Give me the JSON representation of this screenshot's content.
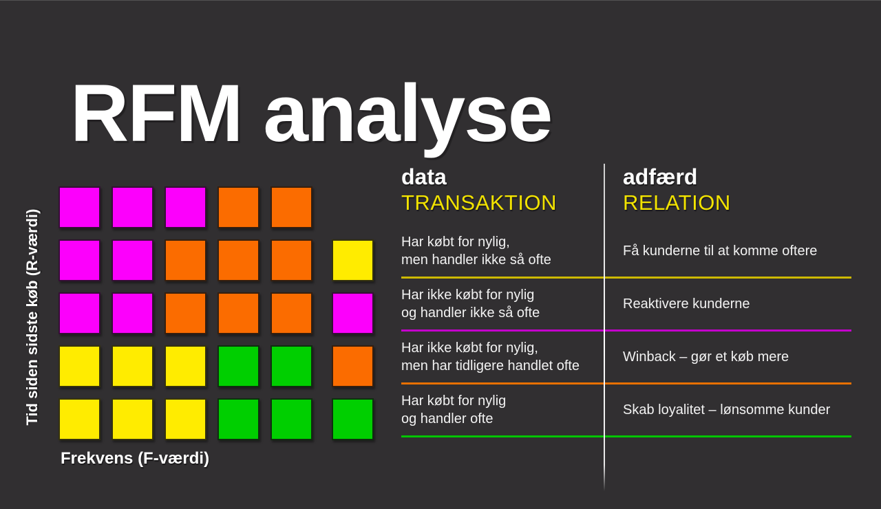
{
  "title": "RFM analyse",
  "colors": {
    "background": "#312F31",
    "magenta": "#FC00FC",
    "orange": "#FB6C00",
    "yellow": "#FFEC00",
    "green": "#00CF00"
  },
  "matrix": {
    "y_axis_label": "Tid siden sidste køb (R-værdi)",
    "x_axis_label": "Frekvens (F-værdi)",
    "cells": [
      [
        "magenta",
        "magenta",
        "magenta",
        "orange",
        "orange",
        "empty"
      ],
      [
        "magenta",
        "magenta",
        "orange",
        "orange",
        "orange",
        "yellow"
      ],
      [
        "magenta",
        "magenta",
        "orange",
        "orange",
        "orange",
        "magenta"
      ],
      [
        "yellow",
        "yellow",
        "yellow",
        "green",
        "green",
        "orange"
      ],
      [
        "yellow",
        "yellow",
        "yellow",
        "green",
        "green",
        "green"
      ]
    ]
  },
  "table": {
    "data_header": "data",
    "data_subheader": "TRANSAKTION",
    "behavior_header": "adfærd",
    "behavior_subheader": "RELATION",
    "rows": [
      {
        "data_line1": "Har købt for nylig,",
        "data_line2": "men handler ikke så ofte",
        "behavior": "Få kunderne til at komme oftere",
        "line_color": "#CDB900"
      },
      {
        "data_line1": "Har ikke købt for nylig",
        "data_line2": "og handler ikke så ofte",
        "behavior": "Reaktivere kunderne",
        "line_color": "#C400CC"
      },
      {
        "data_line1": "Har ikke købt for nylig,",
        "data_line2": "men har tidligere handlet ofte",
        "behavior": "Winback – gør et køb mere",
        "line_color": "#E87000"
      },
      {
        "data_line1": "Har købt for nylig",
        "data_line2": "og handler ofte",
        "behavior": "Skab loyalitet – lønsomme kunder",
        "line_color": "#00C400"
      }
    ]
  }
}
